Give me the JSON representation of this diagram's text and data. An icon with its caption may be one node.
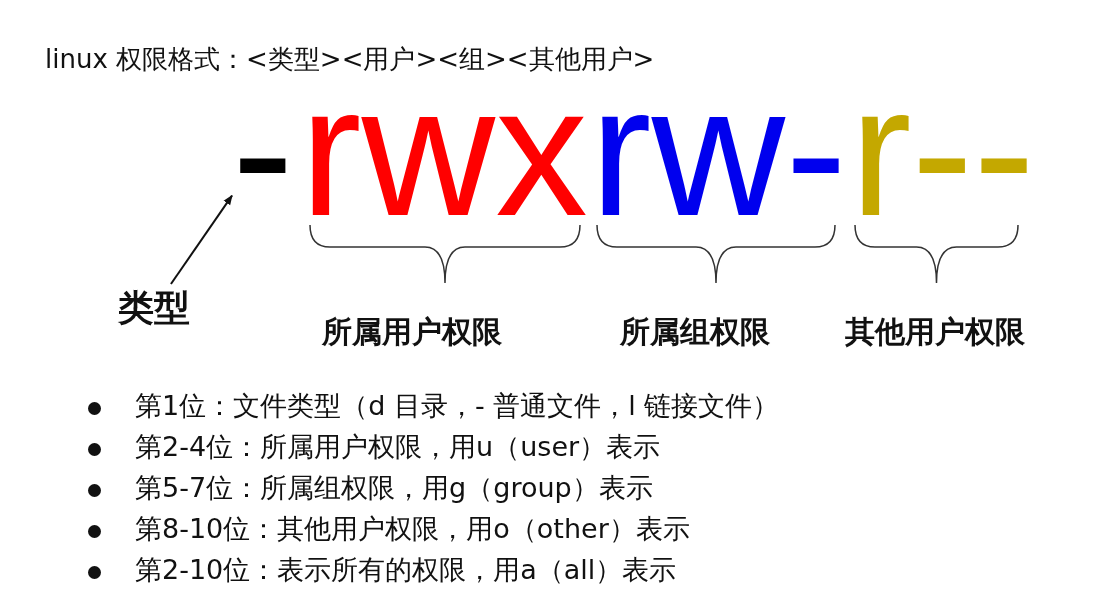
{
  "diagram": {
    "title": "linux 权限格式：<类型><用户><组><其他用户>",
    "nodes": [
      {
        "text": [
          "-"
        ]
      },
      {
        "text": [
          "类型"
        ]
      }
    ],
    "edges": [
      {
        "from": 1,
        "to": 0,
        "arrow": "to"
      }
    ],
    "labels": [
      "rwx",
      "rw-",
      "r--",
      "所属用户权限",
      "所属组权限",
      "其他用户权限",
      "第1位：文件类型（d 目录，- 普通文件，l 链接文件）",
      "第2-4位：所属用户权限，用u（user）表示",
      "第5-7位：所属组权限，用g（group）表示",
      "第8-10位：其他用户权限，用o（other）表示",
      "第2-10位：表示所有的权限，用a（all）表示"
    ]
  }
}
